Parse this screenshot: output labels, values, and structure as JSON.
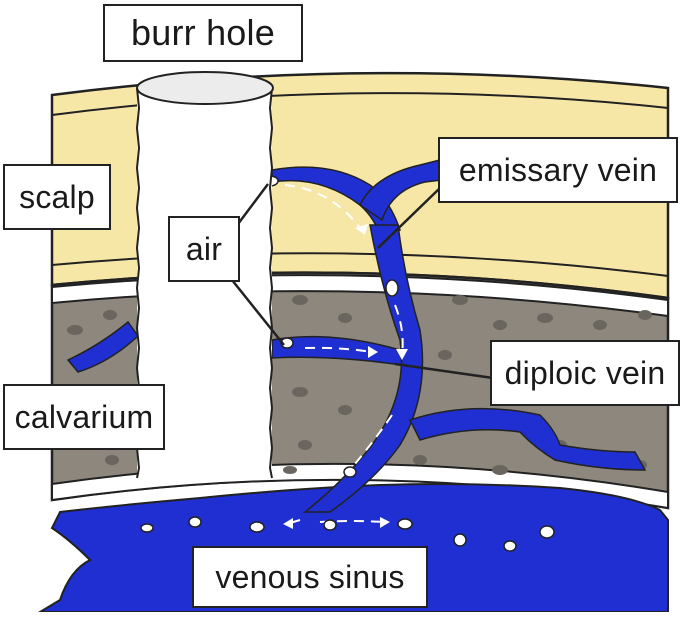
{
  "labels": {
    "burr_hole": "burr hole",
    "scalp": "scalp",
    "air": "air",
    "emissary_vein": "emissary vein",
    "diploic_vein": "diploic vein",
    "calvarium": "calvarium",
    "venous_sinus": "venous sinus"
  },
  "colors": {
    "scalp": "#f7e7a6",
    "calvarium": "#8d877d",
    "bone_spots": "#6a655e",
    "vein": "#1f2fd1",
    "outline": "#222222",
    "label_background": "#ffffff"
  },
  "icons": [
    "air-bubble-icon",
    "flow-arrow-icon"
  ]
}
